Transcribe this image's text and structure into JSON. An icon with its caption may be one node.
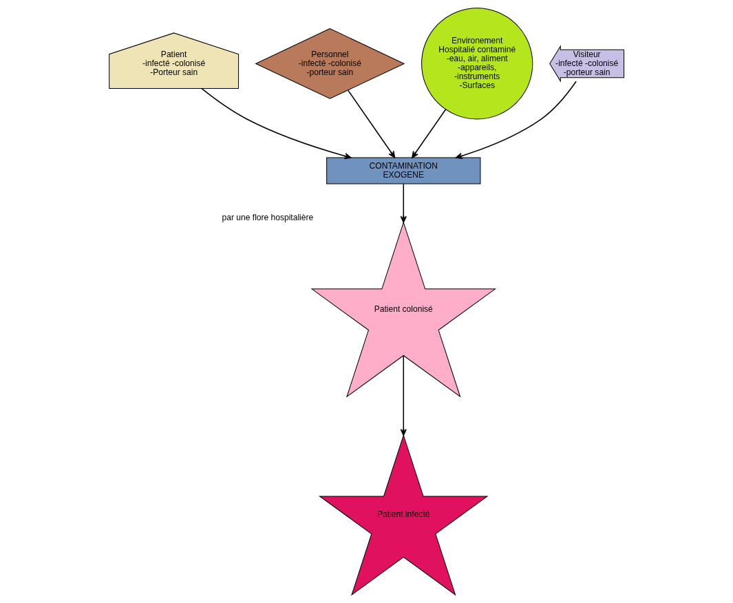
{
  "diagram": {
    "nodes": [
      {
        "text": [
          "Patient",
          "-infecté -colonisé -Porteur sain"
        ]
      },
      {
        "text": [
          "Personnel",
          "-infecté -colonisé -porteur sain"
        ]
      },
      {
        "text": [
          "Environement Hospitalié contaminé",
          "-eau, air, aliment -appareils, -instruments -Surfaces"
        ]
      },
      {
        "text": [
          "Visiteur",
          "-infecté -colonisé -porteur sain"
        ]
      },
      {
        "text": [
          "CONTAMINATION  EXOGENE"
        ]
      },
      {
        "text": [
          "Patient colonisé"
        ],
        "beside": [
          "par une flore hospitalière"
        ]
      },
      {
        "text": [
          "Patient infecté"
        ]
      }
    ],
    "edges": [
      {
        "from": 0,
        "to": 4,
        "arrow": "to"
      },
      {
        "from": 1,
        "to": 4,
        "arrow": "to"
      },
      {
        "from": 2,
        "to": 4,
        "arrow": "to"
      },
      {
        "from": 3,
        "to": 4,
        "arrow": "to"
      },
      {
        "from": 4,
        "to": 5,
        "arrow": "to"
      },
      {
        "from": 5,
        "to": 6,
        "arrow": "to"
      }
    ]
  }
}
